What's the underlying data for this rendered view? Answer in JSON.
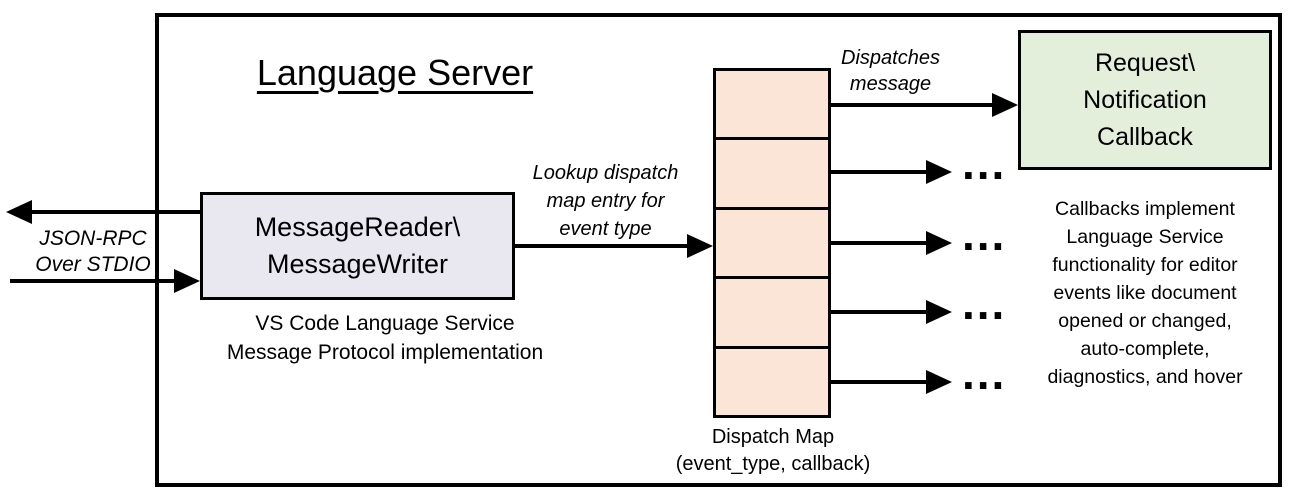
{
  "diagram": {
    "title": "Language Server",
    "io_label": "JSON-RPC\nOver STDIO",
    "reader_box": {
      "label": "MessageReader\\\nMessageWriter",
      "caption": "VS Code Language Service\nMessage Protocol implementation"
    },
    "lookup_label": "Lookup dispatch\nmap entry for\nevent type",
    "dispatches_label": "Dispatches\nmessage",
    "callback_box": {
      "label": "Request\\\nNotification\nCallback"
    },
    "callbacks_caption": "Callbacks implement\nLanguage Service\nfunctionality for editor\nevents like document\nopened or changed,\nauto-complete,\ndiagnostics, and hover",
    "dispatch_map": {
      "caption": "Dispatch Map\n(event_type, callback)",
      "cell_count": 5
    },
    "ellipsis": "..."
  },
  "colors": {
    "reader_fill": "#e9e8f1",
    "dispatch_cell_fill": "#fbe5d6",
    "callback_fill": "#e3efda",
    "stroke": "#000000",
    "background": "#ffffff"
  }
}
